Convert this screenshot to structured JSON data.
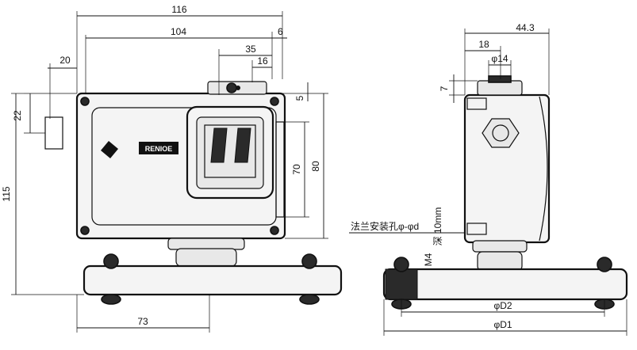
{
  "front_view": {
    "dims": {
      "width_overall": "116",
      "width_body": "104",
      "window_offset": "35",
      "screw_offset": "16",
      "right_offset": "6",
      "left_offset": "20",
      "top_offset": "22",
      "height_total": "115",
      "height_body": "80",
      "height_window": "70",
      "top_gap": "5",
      "base_offset": "73"
    },
    "brand_label": "RENIOE"
  },
  "side_view": {
    "dims": {
      "depth": "44.3",
      "port_offset": "18",
      "port_dia": "φ14",
      "port_height": "7",
      "thread": "M4",
      "thread_depth": "深 10mm",
      "flange_hole_label": "法兰安装孔φ-φd",
      "dia_d2": "φD2",
      "dia_d1": "φD1"
    }
  }
}
